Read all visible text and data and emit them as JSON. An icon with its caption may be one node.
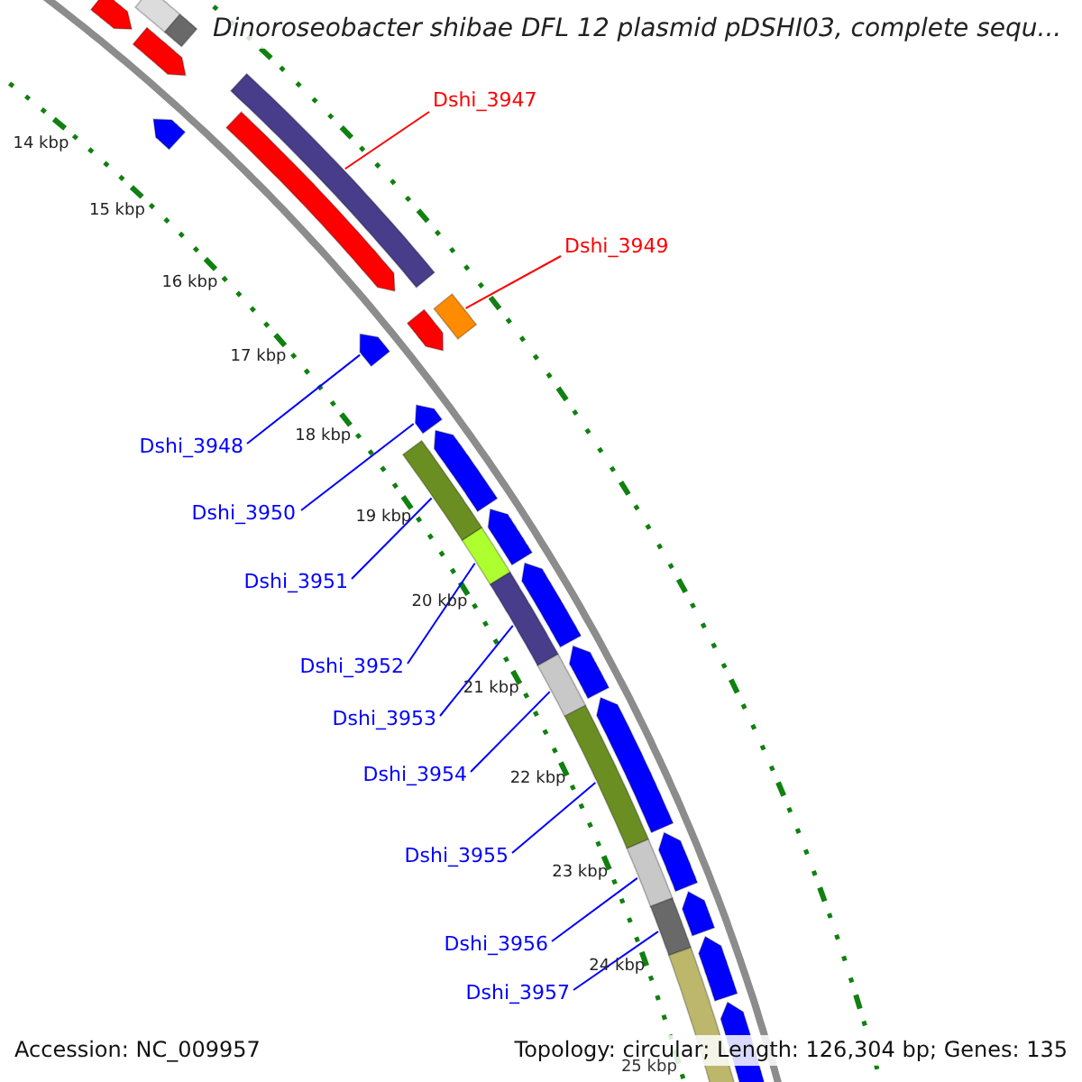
{
  "diagram": {
    "title": "Dinoroseobacter shibae DFL 12 plasmid pDSHI03, complete sequ...",
    "nodes": [
      {
        "text": [
          "Dshi_3947"
        ]
      },
      {
        "text": [],
        "shape": "bar"
      },
      {
        "text": [
          "Dshi_3949"
        ]
      },
      {
        "text": [],
        "shape": "bar"
      },
      {
        "text": [
          "Dshi_3948"
        ]
      },
      {
        "text": [],
        "shape": "arrow"
      },
      {
        "text": [
          "Dshi_3950"
        ]
      },
      {
        "text": [],
        "shape": "arrow"
      },
      {
        "text": [
          "Dshi_3951"
        ]
      },
      {
        "text": [],
        "shape": "bar"
      },
      {
        "text": [
          "Dshi_3952"
        ]
      },
      {
        "text": [],
        "shape": "bar"
      },
      {
        "text": [
          "Dshi_3953"
        ]
      },
      {
        "text": [],
        "shape": "bar"
      },
      {
        "text": [
          "Dshi_3954"
        ]
      },
      {
        "text": [],
        "shape": "bar"
      },
      {
        "text": [
          "Dshi_3955"
        ]
      },
      {
        "text": [],
        "shape": "bar"
      },
      {
        "text": [
          "Dshi_3956"
        ]
      },
      {
        "text": [],
        "shape": "bar"
      },
      {
        "text": [
          "Dshi_3957"
        ]
      },
      {
        "text": [],
        "shape": "bar"
      },
      {
        "text": [],
        "shape": "arrow"
      },
      {
        "text": [],
        "shape": "arrow"
      },
      {
        "text": [],
        "shape": "bar"
      },
      {
        "text": [],
        "shape": "bar"
      },
      {
        "text": [],
        "shape": "arrow"
      },
      {
        "text": [],
        "shape": "arrow"
      },
      {
        "text": [],
        "shape": "arrow"
      },
      {
        "text": [],
        "shape": "arrow"
      },
      {
        "text": [],
        "shape": "arrow"
      },
      {
        "text": [],
        "shape": "arrow"
      },
      {
        "text": [],
        "shape": "arrow"
      },
      {
        "text": [],
        "shape": "arrow"
      },
      {
        "text": [],
        "shape": "arrow"
      },
      {
        "text": [],
        "shape": "arrow"
      },
      {
        "text": [],
        "shape": "arrow"
      },
      {
        "text": [],
        "shape": "arrow"
      },
      {
        "text": [],
        "shape": "bar"
      }
    ],
    "edges": [
      {
        "from": 0,
        "to": 1,
        "arrow": "none",
        "color": "#ff0000"
      },
      {
        "from": 2,
        "to": 3,
        "arrow": "none",
        "color": "#ff0000"
      },
      {
        "from": 4,
        "to": 5,
        "arrow": "none"
      },
      {
        "from": 6,
        "to": 7,
        "arrow": "none"
      },
      {
        "from": 8,
        "to": 9,
        "arrow": "none"
      },
      {
        "from": 10,
        "to": 11,
        "arrow": "none"
      },
      {
        "from": 12,
        "to": 13,
        "arrow": "none"
      },
      {
        "from": 14,
        "to": 15,
        "arrow": "none"
      },
      {
        "from": 16,
        "to": 17,
        "arrow": "none"
      },
      {
        "from": 18,
        "to": 19,
        "arrow": "none"
      },
      {
        "from": 20,
        "to": 21,
        "arrow": "none"
      }
    ],
    "labels": [
      "14 kbp",
      "15 kbp",
      "16 kbp",
      "17 kbp",
      "18 kbp",
      "19 kbp",
      "20 kbp",
      "21 kbp",
      "22 kbp",
      "23 kbp",
      "24 kbp",
      "25 kbp",
      "Accession: NC_009957",
      "Topology: circular; Length: 126,304 bp; Genes: 135"
    ]
  }
}
